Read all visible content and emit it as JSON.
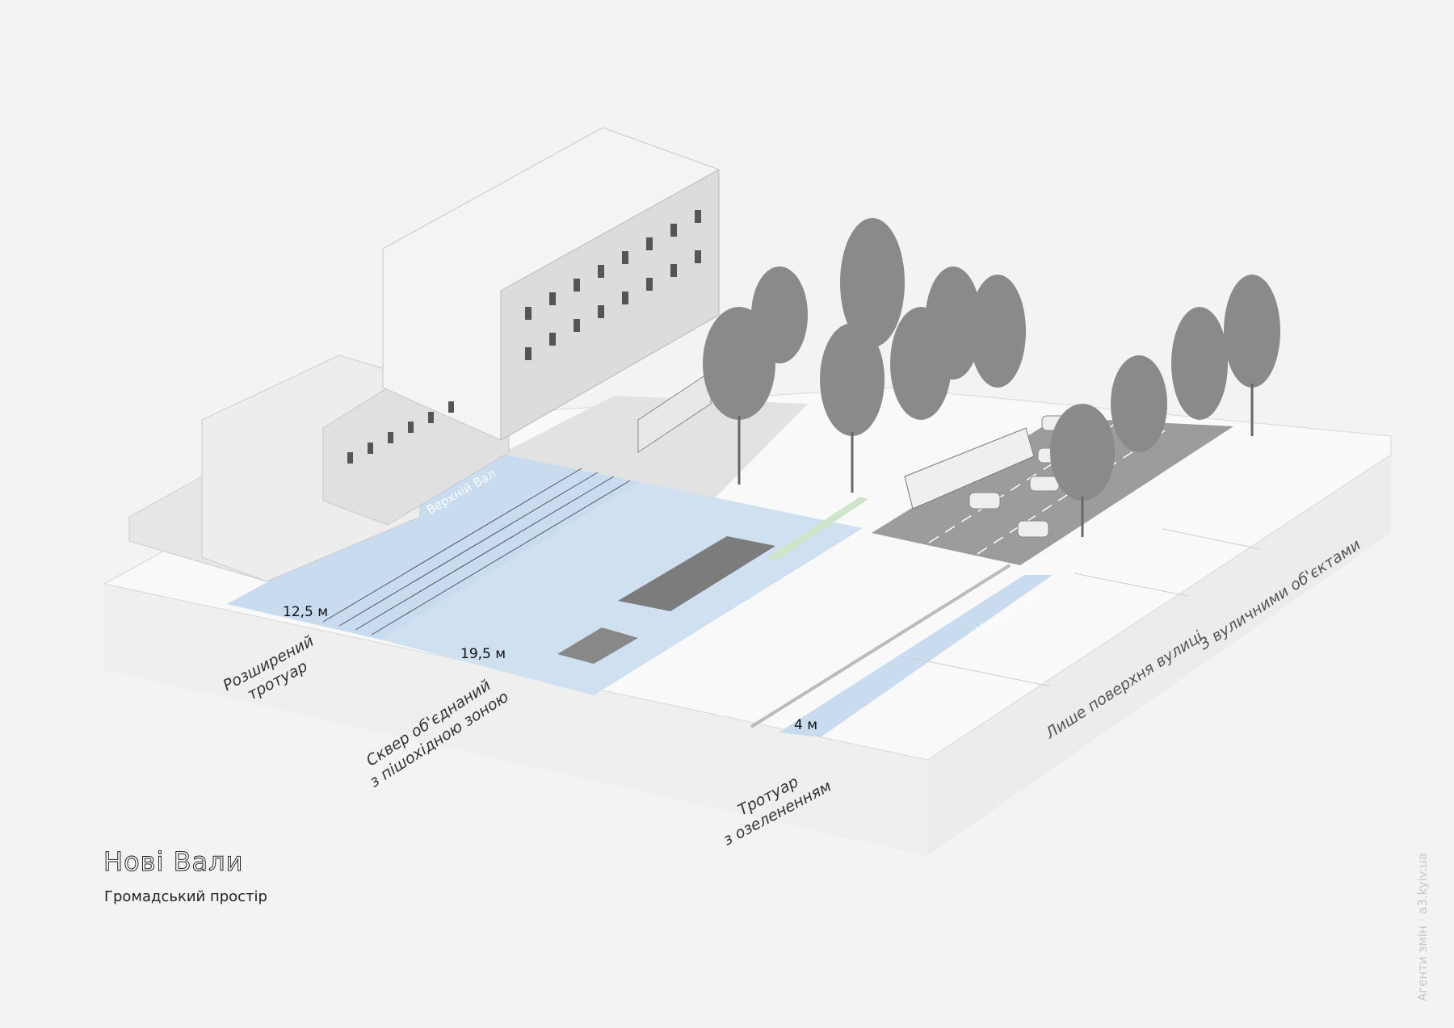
{
  "title": "Нові Вали",
  "subtitle": "Громадський простір",
  "credit": {
    "org": "Агенти змін",
    "separator": "·",
    "site": "a3.kyiv.ua"
  },
  "streets": {
    "upper": "Верхній Вал",
    "lower": "Нижній Вал"
  },
  "dimensions": {
    "sidewalk": "12,5 м",
    "square": "19,5 м",
    "green_sidewalk": "4 м"
  },
  "labels": {
    "sidewalk": [
      "Розширений",
      "тротуар"
    ],
    "square": [
      "Сквер об'єднаний",
      "з пішохідною зоною"
    ],
    "green_sidewalk": [
      "Тротуар",
      "з озелененням"
    ],
    "surface_only": "Лише поверхня вулиці",
    "with_objects": "З вуличними об'єктами"
  },
  "colors": {
    "blue": "#c9dcef",
    "ground": "#f7f7f7",
    "road": "#9a9a9a",
    "background": "#f3f3f3"
  }
}
